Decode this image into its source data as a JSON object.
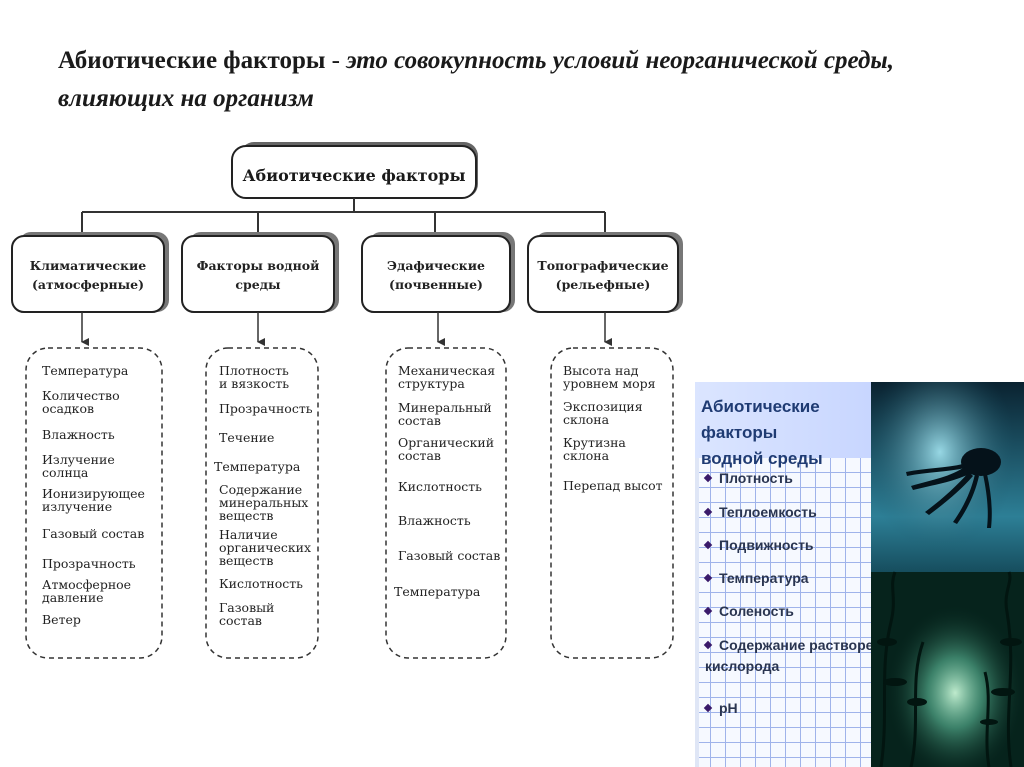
{
  "title": {
    "lead": "Абиотические факторы",
    "separator": " - ",
    "definition": "это совокупность условий неорганической среды, влияющих на организм"
  },
  "diagram": {
    "root": "Абиотические факторы",
    "categories": [
      {
        "label": "Климатические\n(атмосферные)",
        "items": [
          "Температура",
          "Количество\nосадков",
          "Влажность",
          "Излучение\nсолнца",
          "Ионизирующее\nизлучение",
          "Газовый состав",
          "Прозрачность",
          "Атмосферное\nдавление",
          "Ветер"
        ]
      },
      {
        "label": "Факторы\nводной среды",
        "items": [
          "Плотность\nи вязкость",
          "Прозрачность",
          "Течение",
          "Температура",
          "Содержание\nминеральных\nвеществ",
          "Наличие\nорганических\nвеществ",
          "Кислотность",
          "Газовый\nсостав"
        ]
      },
      {
        "label": "Эдафические\n(почвенные)",
        "items": [
          "Механическая\nструктура",
          "Минеральный\nсостав",
          "Органический\nсостав",
          "Кислотность",
          "Влажность",
          "Газовый состав",
          "Температура"
        ]
      },
      {
        "label": "Топографические\n(рельефные)",
        "items": [
          "Высота над\nуровнем моря",
          "Экспозиция\nсклона",
          "Крутизна\nсклона",
          "Перепад высот"
        ]
      }
    ]
  },
  "card": {
    "title": "Абиотические факторы\nводной среды",
    "items": [
      "Плотность",
      "Теплоемкость",
      "Подвижность",
      "Температура",
      "Соленость",
      "Содержание растворенного\nкислорода",
      "pH"
    ]
  },
  "colors": {
    "card_title": "#1f3b73",
    "bullet": "#3a1a6a",
    "water_deep": "#03131c",
    "water_light": "#7fd6c8"
  }
}
